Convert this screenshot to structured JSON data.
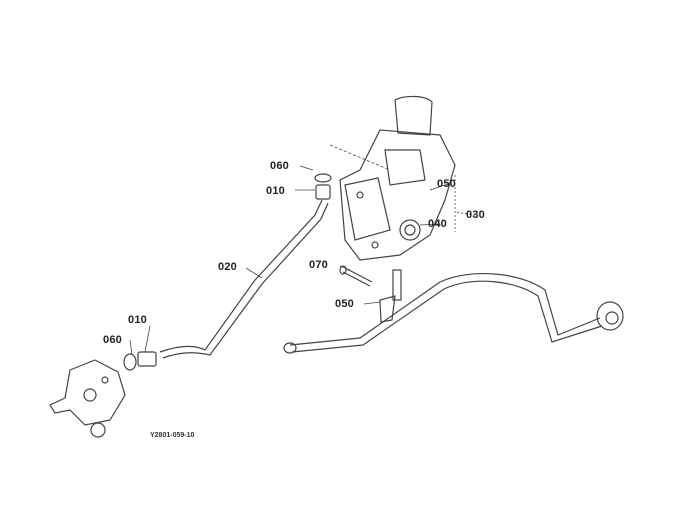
{
  "diagram": {
    "callouts": [
      {
        "id": "060-upper",
        "text": "060"
      },
      {
        "id": "010-upper",
        "text": "010"
      },
      {
        "id": "050-upper",
        "text": "050"
      },
      {
        "id": "030",
        "text": "030"
      },
      {
        "id": "040",
        "text": "040"
      },
      {
        "id": "020",
        "text": "020"
      },
      {
        "id": "070",
        "text": "070"
      },
      {
        "id": "050-lower",
        "text": "050"
      },
      {
        "id": "010-lower",
        "text": "010"
      },
      {
        "id": "060-lower",
        "text": "060"
      }
    ],
    "figure_code": "Y2801-059-10"
  }
}
